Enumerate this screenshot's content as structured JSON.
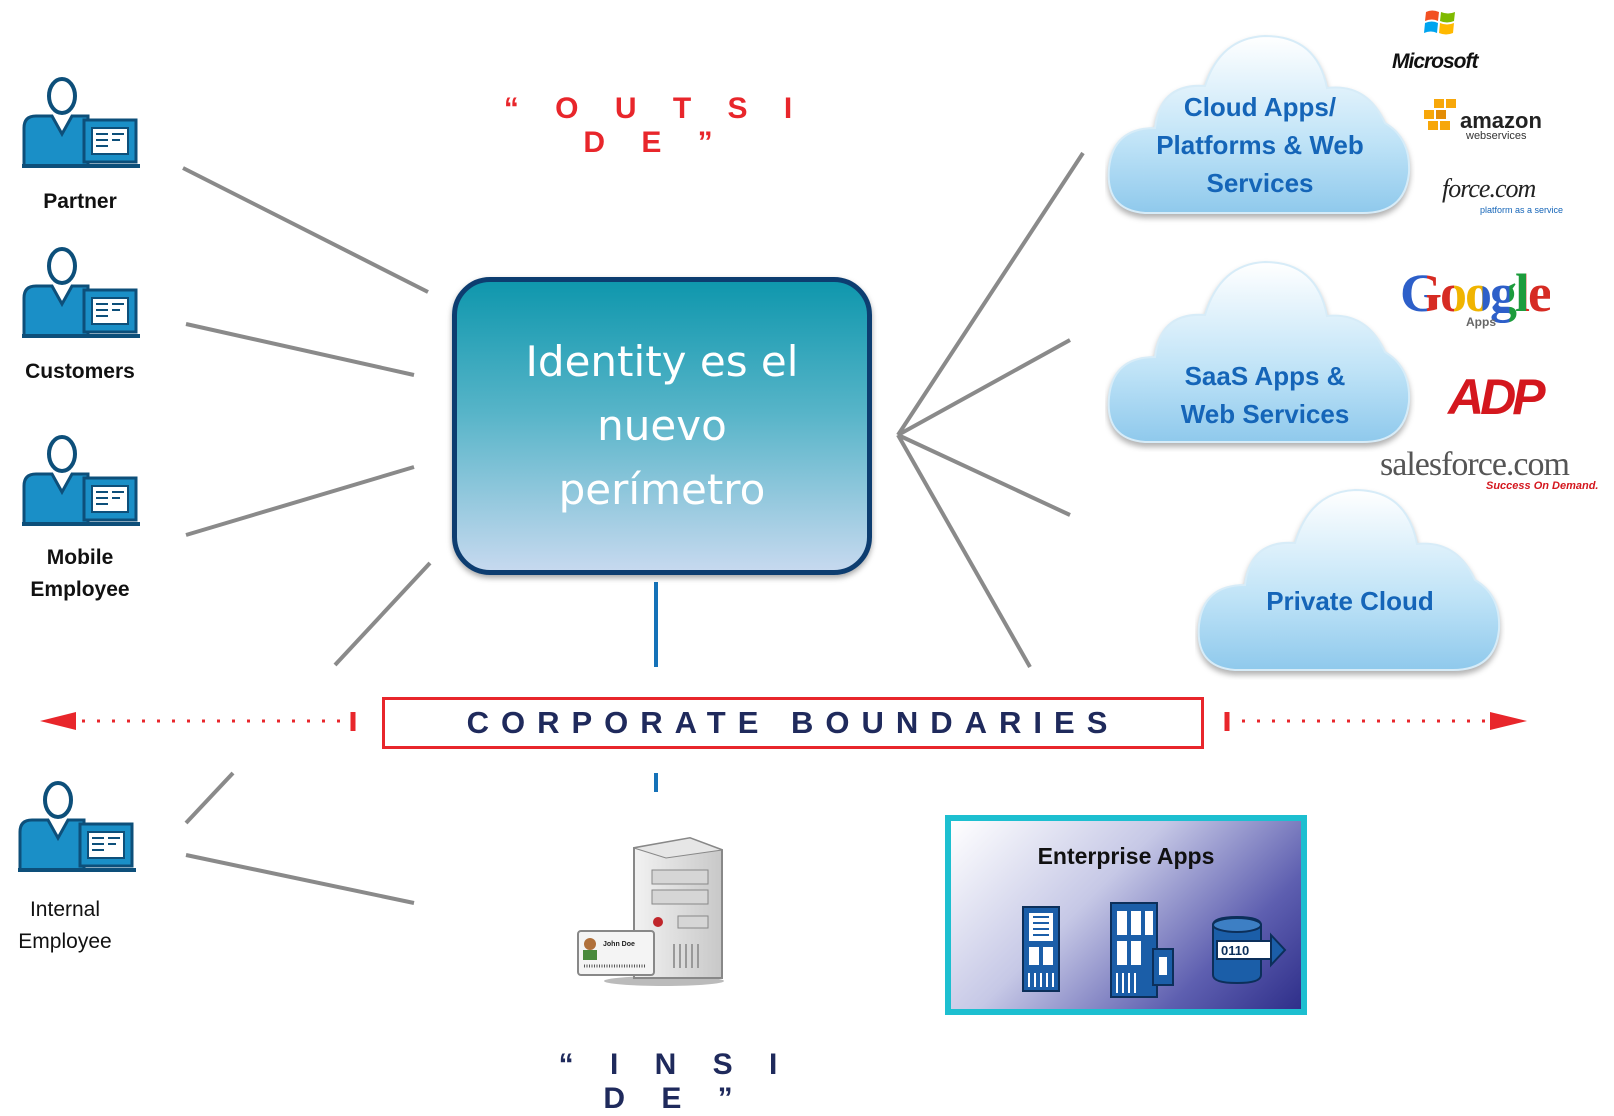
{
  "outside_label": "“ O U T S I D E ”",
  "inside_label": "“ I N S I D E ”",
  "center": {
    "line1": "Identity es el",
    "line2": "nuevo",
    "line3": "perímetro"
  },
  "boundary_label": "CORPORATE BOUNDARIES",
  "users": [
    {
      "line1": "Partner",
      "line2": ""
    },
    {
      "line1": "Customers",
      "line2": ""
    },
    {
      "line1": "Mobile",
      "line2": "Employee"
    },
    {
      "line1": "Internal",
      "line2": "Employee"
    }
  ],
  "clouds": [
    {
      "line1": "Cloud Apps/",
      "line2": "Platforms & Web",
      "line3": "Services"
    },
    {
      "line1": "SaaS Apps &",
      "line2": "Web Services"
    },
    {
      "line1": "Private Cloud"
    }
  ],
  "logos": {
    "microsoft": "Microsoft",
    "amazon": "amazon",
    "amazon_sub": "webservices",
    "force": "force.com",
    "force_sub": "platform as a service",
    "google": "Google",
    "google_sub": "Apps",
    "adp": "ADP",
    "salesforce": "salesforce.com",
    "salesforce_sub": "Success On Demand."
  },
  "enterprise_title": "Enterprise Apps",
  "id_card_name": "John Doe",
  "colors": {
    "accent_red": "#e8262b",
    "navy": "#1f2a5c",
    "cloud_text": "#1565b8",
    "box_border": "#0d3d70",
    "enterprise_border": "#1dbfd0"
  }
}
